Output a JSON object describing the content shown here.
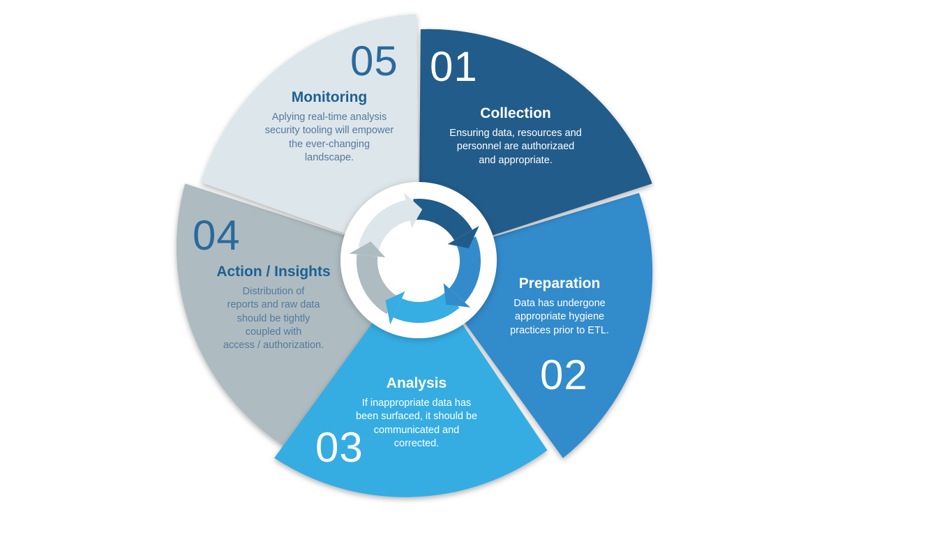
{
  "diagram": {
    "name": "data-lifecycle-cycle-diagram",
    "center_icon": "cycle-arrows-icon",
    "background_color": "#ffffff",
    "segments": [
      {
        "number": "01",
        "title": "Collection",
        "description": "Ensuring data, resources and\npersonnel are authorizaed\nand appropriate.",
        "color": "#205c8a",
        "number_color": "#ffffff",
        "title_color": "#ffffff",
        "body_color": "#ffffff"
      },
      {
        "number": "02",
        "title": "Preparation",
        "description": "Data has undergone\nappropriate hygiene\npractices prior to ETL.",
        "color": "#338bcb",
        "number_color": "#ffffff",
        "title_color": "#ffffff",
        "body_color": "#ffffff"
      },
      {
        "number": "03",
        "title": "Analysis",
        "description": "If inappropriate data has\nbeen surfaced, it should be\ncommunicated and\ncorrected.",
        "color": "#36ade3",
        "number_color": "#ffffff",
        "title_color": "#ffffff",
        "body_color": "#ffffff"
      },
      {
        "number": "04",
        "title": "Action / Insights",
        "description": "Distribution of\nreports and raw data\nshould be tightly\ncoupled with\naccess / authorization.",
        "color": "#aebcc1",
        "number_color": "#2a6a9d",
        "title_color": "#1e6094",
        "body_color": "#54799f"
      },
      {
        "number": "05",
        "title": "Monitoring",
        "description": "Aplying real-time analysis\nsecurity tooling will empower\nthe ever-changing\nlandscape.",
        "color": "#dde6ea",
        "number_color": "#2a6a9d",
        "title_color": "#1e6094",
        "body_color": "#54799f"
      }
    ]
  }
}
